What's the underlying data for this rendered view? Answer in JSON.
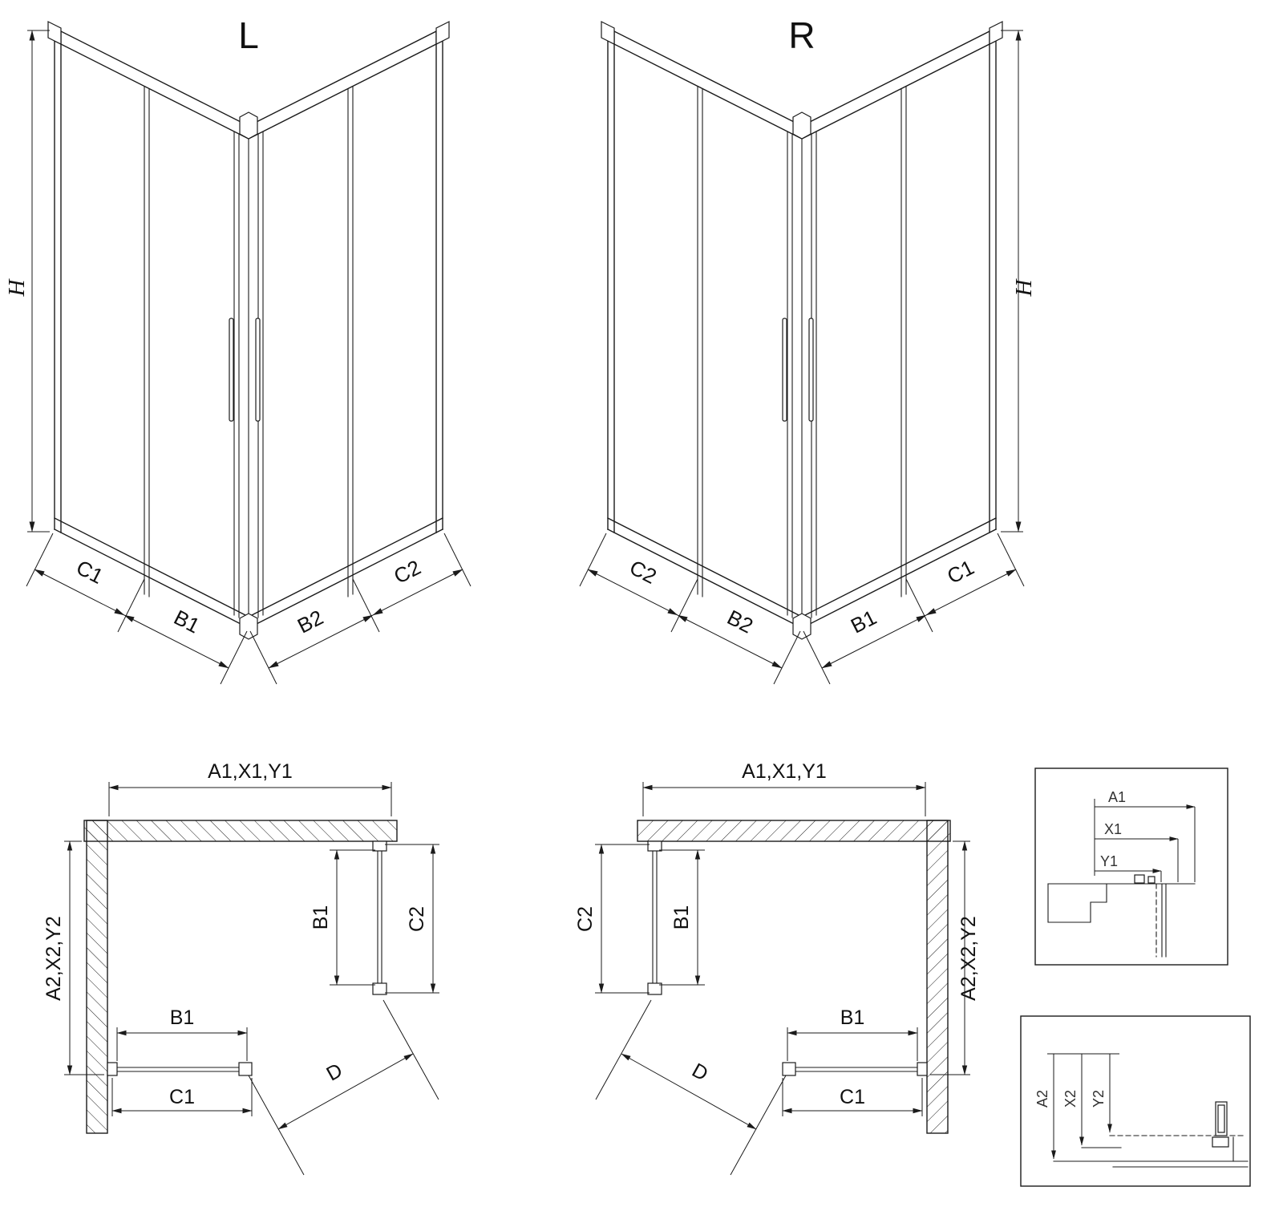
{
  "colors": {
    "ink": "#1b1b1b",
    "background": "#ffffff"
  },
  "iso_left": {
    "title": "L",
    "height": "H",
    "dims": {
      "outer_left": "C1",
      "inner_left": "B1",
      "inner_right": "B2",
      "outer_right": "C2"
    }
  },
  "iso_right": {
    "title": "R",
    "height": "H",
    "dims": {
      "outer_left": "C2",
      "inner_left": "B2",
      "inner_right": "B1",
      "outer_right": "C1"
    }
  },
  "plan_left": {
    "width": "A1,X1,Y1",
    "depth": "A2,X2,Y2",
    "side_door": "B1",
    "side_total": "C2",
    "front_door": "B1",
    "front_fixed": "C1",
    "diagonal": "D"
  },
  "plan_right": {
    "width": "A1,X1,Y1",
    "depth": "A2,X2,Y2",
    "side_door": "B1",
    "side_total": "C2",
    "front_door": "B1",
    "front_fixed": "C1",
    "diagonal": "D"
  },
  "detail_top": {
    "labels": [
      "A1",
      "X1",
      "Y1"
    ]
  },
  "detail_bottom": {
    "labels": [
      "A2",
      "X2",
      "Y2"
    ]
  }
}
